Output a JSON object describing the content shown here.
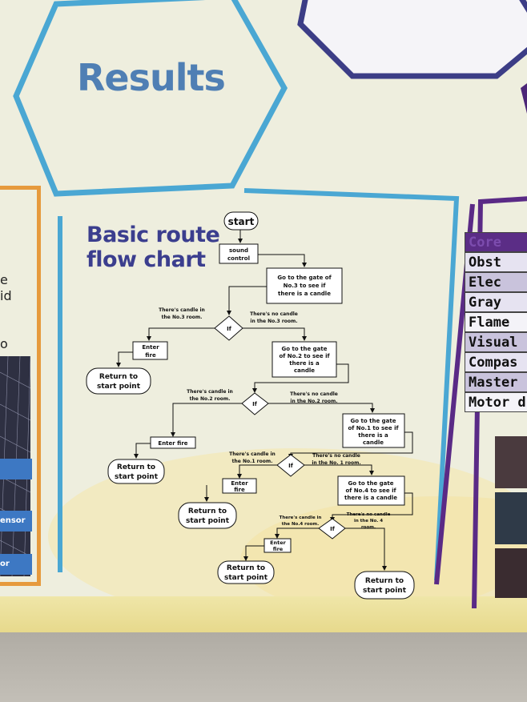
{
  "poster": {
    "title": "Results",
    "heading": "Basic route flow chart",
    "left_fragments": [
      "e",
      "id",
      "o"
    ],
    "left_chips": [
      "",
      "sensor",
      "sor"
    ],
    "right_table": [
      "Core",
      "Obst",
      "Elec",
      "Gray",
      "Flame",
      "Visual",
      "Compas",
      "Master",
      "Motor d"
    ]
  },
  "flowchart": {
    "start": "start",
    "sound_control": [
      "sound",
      "control"
    ],
    "go_no3": [
      "Go to the gate of",
      "No.3 to see if",
      "there is a candle"
    ],
    "candle_no3": [
      "There's  candle in",
      "the No.3 room."
    ],
    "no_candle_no3": [
      "There's no candle",
      "in the No.3 room."
    ],
    "if_label": "If",
    "enter_fire_1": [
      "Enter",
      "fire"
    ],
    "return_1": [
      "Return to",
      "start point"
    ],
    "go_no2": [
      "Go to the gate",
      "of No.2 to see if",
      "there is a",
      "candle"
    ],
    "candle_no2": [
      "There's  candle in",
      "the No.2 room."
    ],
    "no_candle_no2": [
      "There's no candle",
      "in the No.2 room."
    ],
    "enter_fire_2": "Enter fire",
    "return_2": [
      "Return to",
      "start point"
    ],
    "go_no1": [
      "Go to the gate",
      "of No.1 to see if",
      "there is a",
      "candle"
    ],
    "candle_no1": [
      "There's  candle in",
      "the No.1 room."
    ],
    "no_candle_no1": [
      "There's no candle",
      "in the No. 1 room."
    ],
    "enter_fire_3": [
      "Enter",
      "fire"
    ],
    "return_3": [
      "Return to",
      "start point"
    ],
    "go_no4": [
      "Go to the gate",
      "of No.4 to see if",
      "there is a candle"
    ],
    "candle_no4": [
      "There's  candle in",
      "the No.4 room."
    ],
    "no_candle_no4": [
      "There's no candle",
      "in the No. 4",
      "room."
    ],
    "enter_fire_4": [
      "Enter",
      "fire"
    ],
    "return_4": [
      "Return to",
      "start point"
    ],
    "return_5": [
      "Return to",
      "start point"
    ]
  },
  "colors": {
    "poster_bg": "#eeeede",
    "hex_blue": "#4aa7d3",
    "hex_navy": "#3c3d86",
    "panel_orange": "#e69a3d",
    "panel_purple": "#5a2a86",
    "title_blue": "#4f7fb4",
    "heading_navy": "#3b3e8e",
    "table_header": "#5b2d86",
    "table_row_light": "#e6e3f1",
    "table_row_dark": "#c9c3dc"
  }
}
